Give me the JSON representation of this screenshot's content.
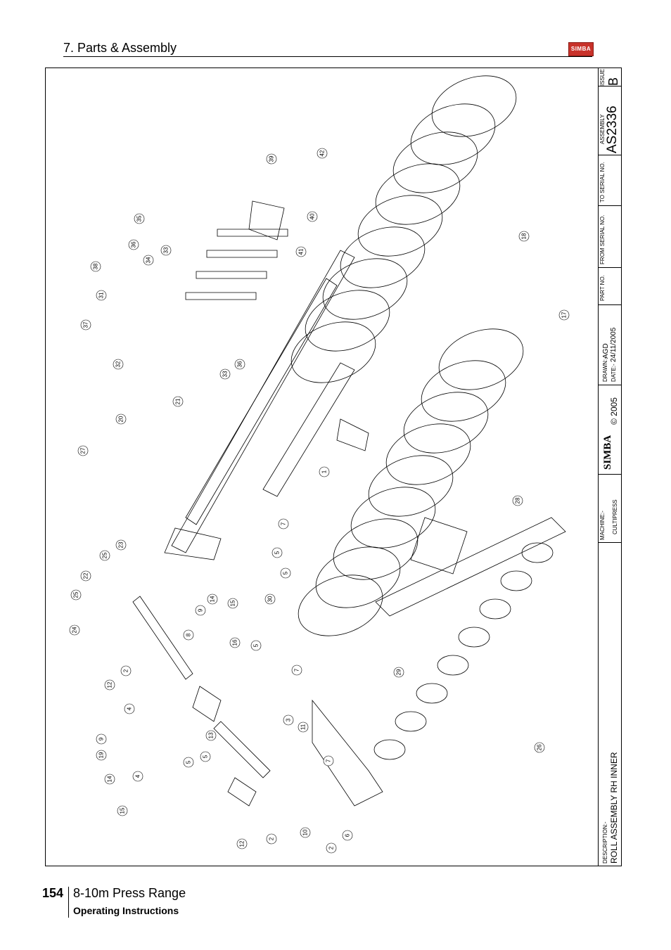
{
  "header": {
    "section_title": "7. Parts & Assembly",
    "logo_text": "SIMBA"
  },
  "title_block": {
    "issue_label": "ISSUE",
    "issue_value": "B",
    "assembly_label": "ASSEMBLY",
    "assembly_value": "AS2336",
    "to_serial_label": "TO SERIAL NO.",
    "from_serial_label": "FROM SERIAL NO.",
    "part_no_label": "PART NO.",
    "drawn_label": "DRAWN:-",
    "drawn_value": "AGD",
    "date_label": "DATE:-",
    "date_value": "24/11/2005",
    "copyright": "© 2005",
    "brand": "SIMBA",
    "machine_label": "MACHINE:-",
    "machine_value": "CULTIPRESS",
    "description_label": "DESCRIPTION:-",
    "description_value": "ROLL ASSEMBLY RH INNER"
  },
  "callouts": [
    "39",
    "42",
    "35",
    "40",
    "36",
    "33",
    "34",
    "41",
    "38",
    "31",
    "18",
    "37",
    "32",
    "36",
    "33",
    "17",
    "21",
    "20",
    "27",
    "1",
    "7",
    "23",
    "25",
    "22",
    "5",
    "5",
    "25",
    "30",
    "24",
    "14",
    "15",
    "9",
    "8",
    "16",
    "5",
    "2",
    "12",
    "7",
    "29",
    "28",
    "4",
    "3",
    "11",
    "9",
    "13",
    "19",
    "5",
    "7",
    "14",
    "4",
    "5",
    "26",
    "15",
    "12",
    "2",
    "10",
    "6",
    "2"
  ],
  "footer": {
    "page_number": "154",
    "range": "8-10m Press Range",
    "subtitle": "Operating Instructions"
  }
}
